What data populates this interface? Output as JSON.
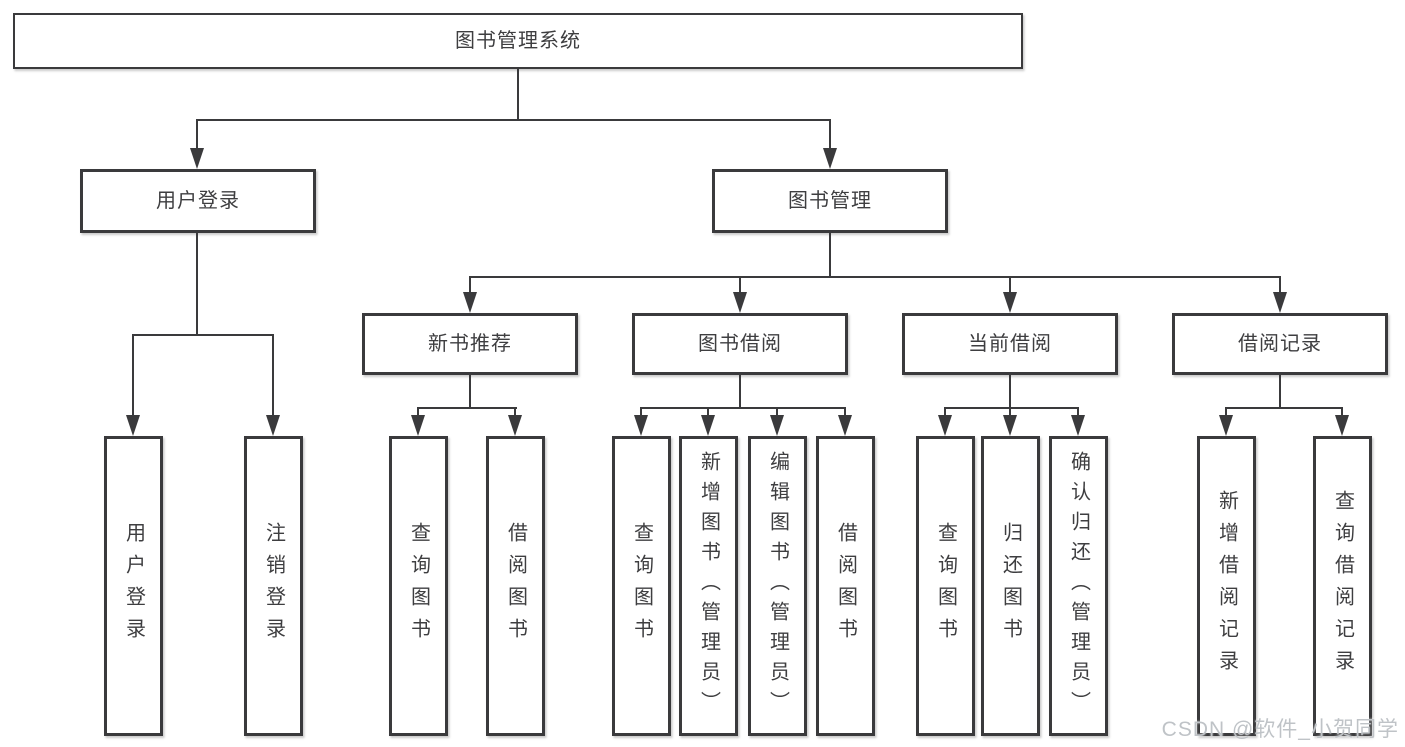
{
  "title": "图书管理系统",
  "tree": {
    "root": {
      "label": "图书管理系统",
      "children": [
        {
          "label": "用户登录",
          "children": [
            {
              "label": "用户登录"
            },
            {
              "label": "注销登录"
            }
          ]
        },
        {
          "label": "图书管理",
          "children": [
            {
              "label": "新书推荐",
              "children": [
                {
                  "label": "查询图书"
                },
                {
                  "label": "借阅图书"
                }
              ]
            },
            {
              "label": "图书借阅",
              "children": [
                {
                  "label": "查询图书"
                },
                {
                  "label": "新增图书（管理员）"
                },
                {
                  "label": "编辑图书（管理员）"
                },
                {
                  "label": "借阅图书"
                }
              ]
            },
            {
              "label": "当前借阅",
              "children": [
                {
                  "label": "查询图书"
                },
                {
                  "label": "归还图书"
                },
                {
                  "label": "确认归还（管理员）"
                }
              ]
            },
            {
              "label": "借阅记录",
              "children": [
                {
                  "label": "新增借阅记录"
                },
                {
                  "label": "查询借阅记录"
                }
              ]
            }
          ]
        }
      ]
    }
  },
  "watermark": {
    "text": "CSDN @软件_小贺同学"
  },
  "colors": {
    "line": "#3a3a3c",
    "text": "#3e3e40",
    "watermark": "#bfc3c7",
    "background": "#ffffff"
  }
}
